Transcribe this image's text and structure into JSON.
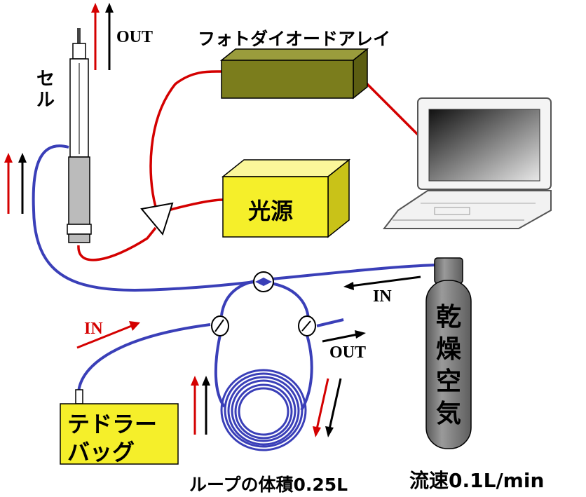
{
  "labels": {
    "cell": "セル",
    "photodiode_array": "フォトダイオードアレイ",
    "light_source": "光源",
    "dry_air": "乾燥空気",
    "tedlar_bag_line1": "テドラー",
    "tedlar_bag_line2": "バッグ",
    "loop_volume": "ループの体積0.25L",
    "flow_rate": "流速0.1L/min",
    "out_top": "OUT",
    "out_right": "OUT",
    "in_air": "IN",
    "in_bag": "IN"
  },
  "colors": {
    "photodiode_box": "#7b7d1c",
    "light_source_box": "#f5ef2a",
    "tedlar_box": "#f5ef2a",
    "gas_cylinder": "#7a7a7a",
    "blue_tube": "#3a3fb8",
    "red_fiber": "#d40000"
  }
}
